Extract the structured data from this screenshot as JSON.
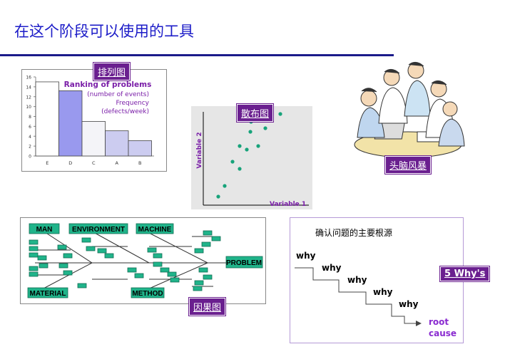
{
  "page": {
    "title": "在这个阶段可以使用的工具"
  },
  "pareto": {
    "label": "排列图",
    "heading": "Ranking of problems",
    "sub1": "(number of events)",
    "sub2": "Frequency",
    "sub3": "(defects/week)",
    "yticks": [
      "16",
      "14",
      "12",
      "10",
      "8",
      "6",
      "4",
      "2",
      "0"
    ],
    "categories": [
      "E",
      "D",
      "C",
      "A",
      "B"
    ]
  },
  "scatter": {
    "label": "散布图",
    "xlabel": "Variable 1",
    "ylabel": "Variable 2"
  },
  "brainstorm": {
    "label": "头脑风暴"
  },
  "fishbone": {
    "label": "因果图",
    "man": "MAN",
    "environment": "ENVIRONMENT",
    "machine": "MACHINE",
    "material": "MATERIAL",
    "method": "METHOD",
    "problem": "PROBLEM"
  },
  "whys": {
    "title": "确认问题的主要根源",
    "words": [
      "why",
      "why",
      "why",
      "why",
      "why"
    ],
    "root1": "root",
    "root2": "cause",
    "label": "5 Why's"
  },
  "chart_data": {
    "type": "bar",
    "title": "Ranking of problems",
    "categories": [
      "E",
      "D",
      "C",
      "A",
      "B"
    ],
    "values": [
      15,
      13.2,
      7,
      5.1,
      3.1
    ],
    "ylim": [
      0,
      16
    ],
    "highlight_colors": [
      "#ffffff",
      "#9999ee",
      "#f4f4f8",
      "#ccccf0",
      "#ccccf0"
    ]
  }
}
